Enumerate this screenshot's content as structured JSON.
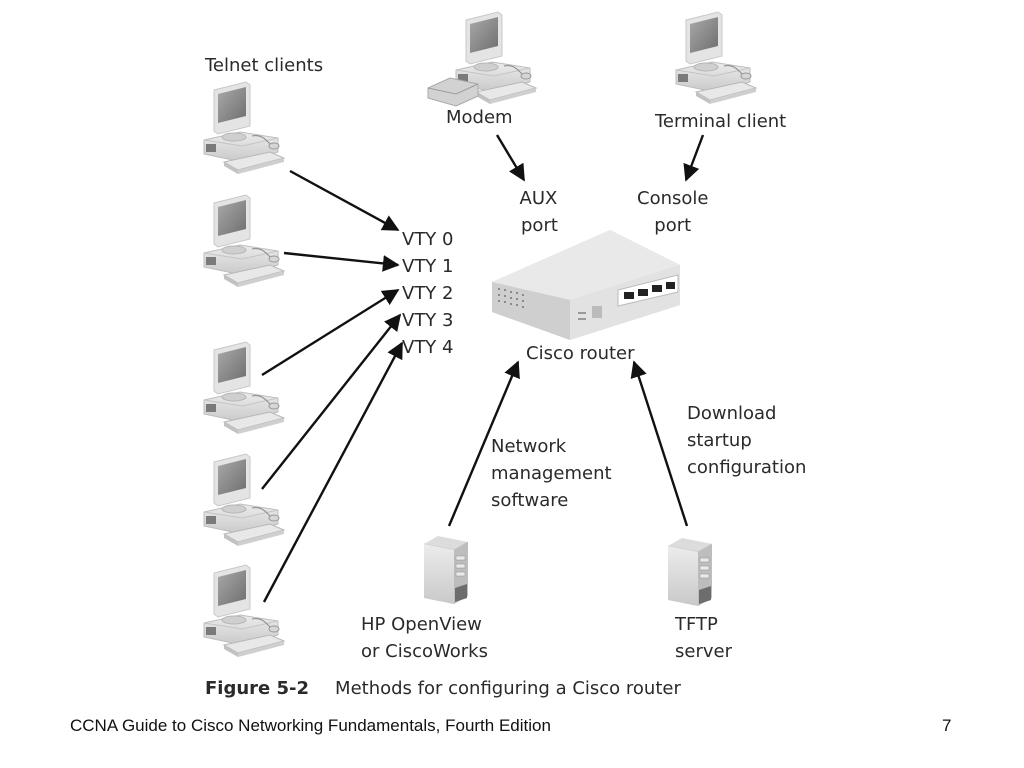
{
  "nodes": {
    "telnet_clients": "Telnet clients",
    "modem": "Modem",
    "terminal_client": "Terminal client",
    "aux_port": [
      "AUX",
      "port"
    ],
    "console_port": [
      "Console",
      "port"
    ],
    "cisco_router": "Cisco router",
    "vty_lines": [
      "VTY 0",
      "VTY 1",
      "VTY 2",
      "VTY 3",
      "VTY 4"
    ],
    "network_mgmt": [
      "Network",
      "management",
      "software"
    ],
    "download_config": [
      "Download",
      "startup",
      "configuration"
    ],
    "hp_openview": [
      "HP OpenView",
      "or CiscoWorks"
    ],
    "tftp_server": [
      "TFTP",
      "server"
    ]
  },
  "edges": [
    {
      "from": "telnet-client-1",
      "to": "VTY 0"
    },
    {
      "from": "telnet-client-2",
      "to": "VTY 1"
    },
    {
      "from": "telnet-client-3",
      "to": "VTY 2"
    },
    {
      "from": "telnet-client-4",
      "to": "VTY 3"
    },
    {
      "from": "telnet-client-5",
      "to": "VTY 4"
    },
    {
      "from": "Modem",
      "to": "AUX port"
    },
    {
      "from": "Terminal client",
      "to": "Console port"
    },
    {
      "from": "HP OpenView or CiscoWorks",
      "to": "Cisco router"
    },
    {
      "from": "TFTP server",
      "to": "Cisco router"
    }
  ],
  "caption": {
    "number": "Figure 5-2",
    "text": "Methods for configuring a Cisco router"
  },
  "footer": {
    "title": "CCNA Guide to Cisco Networking Fundamentals, Fourth Edition",
    "page": "7"
  }
}
